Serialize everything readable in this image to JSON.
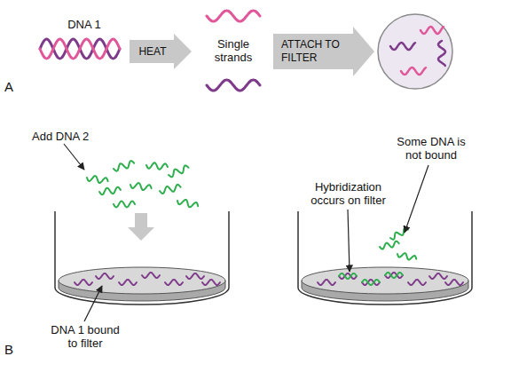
{
  "diagram": {
    "nodes": [
      {
        "text": [
          "HEAT"
        ]
      },
      {
        "text": [
          "ATTACH TO FILTER"
        ]
      }
    ],
    "labels": [
      "DNA 1",
      "Single strands",
      "A",
      "Add DNA 2",
      "Some DNA is not bound",
      "Hybridization occurs on filter",
      "DNA 1 bound to filter",
      "B"
    ]
  }
}
